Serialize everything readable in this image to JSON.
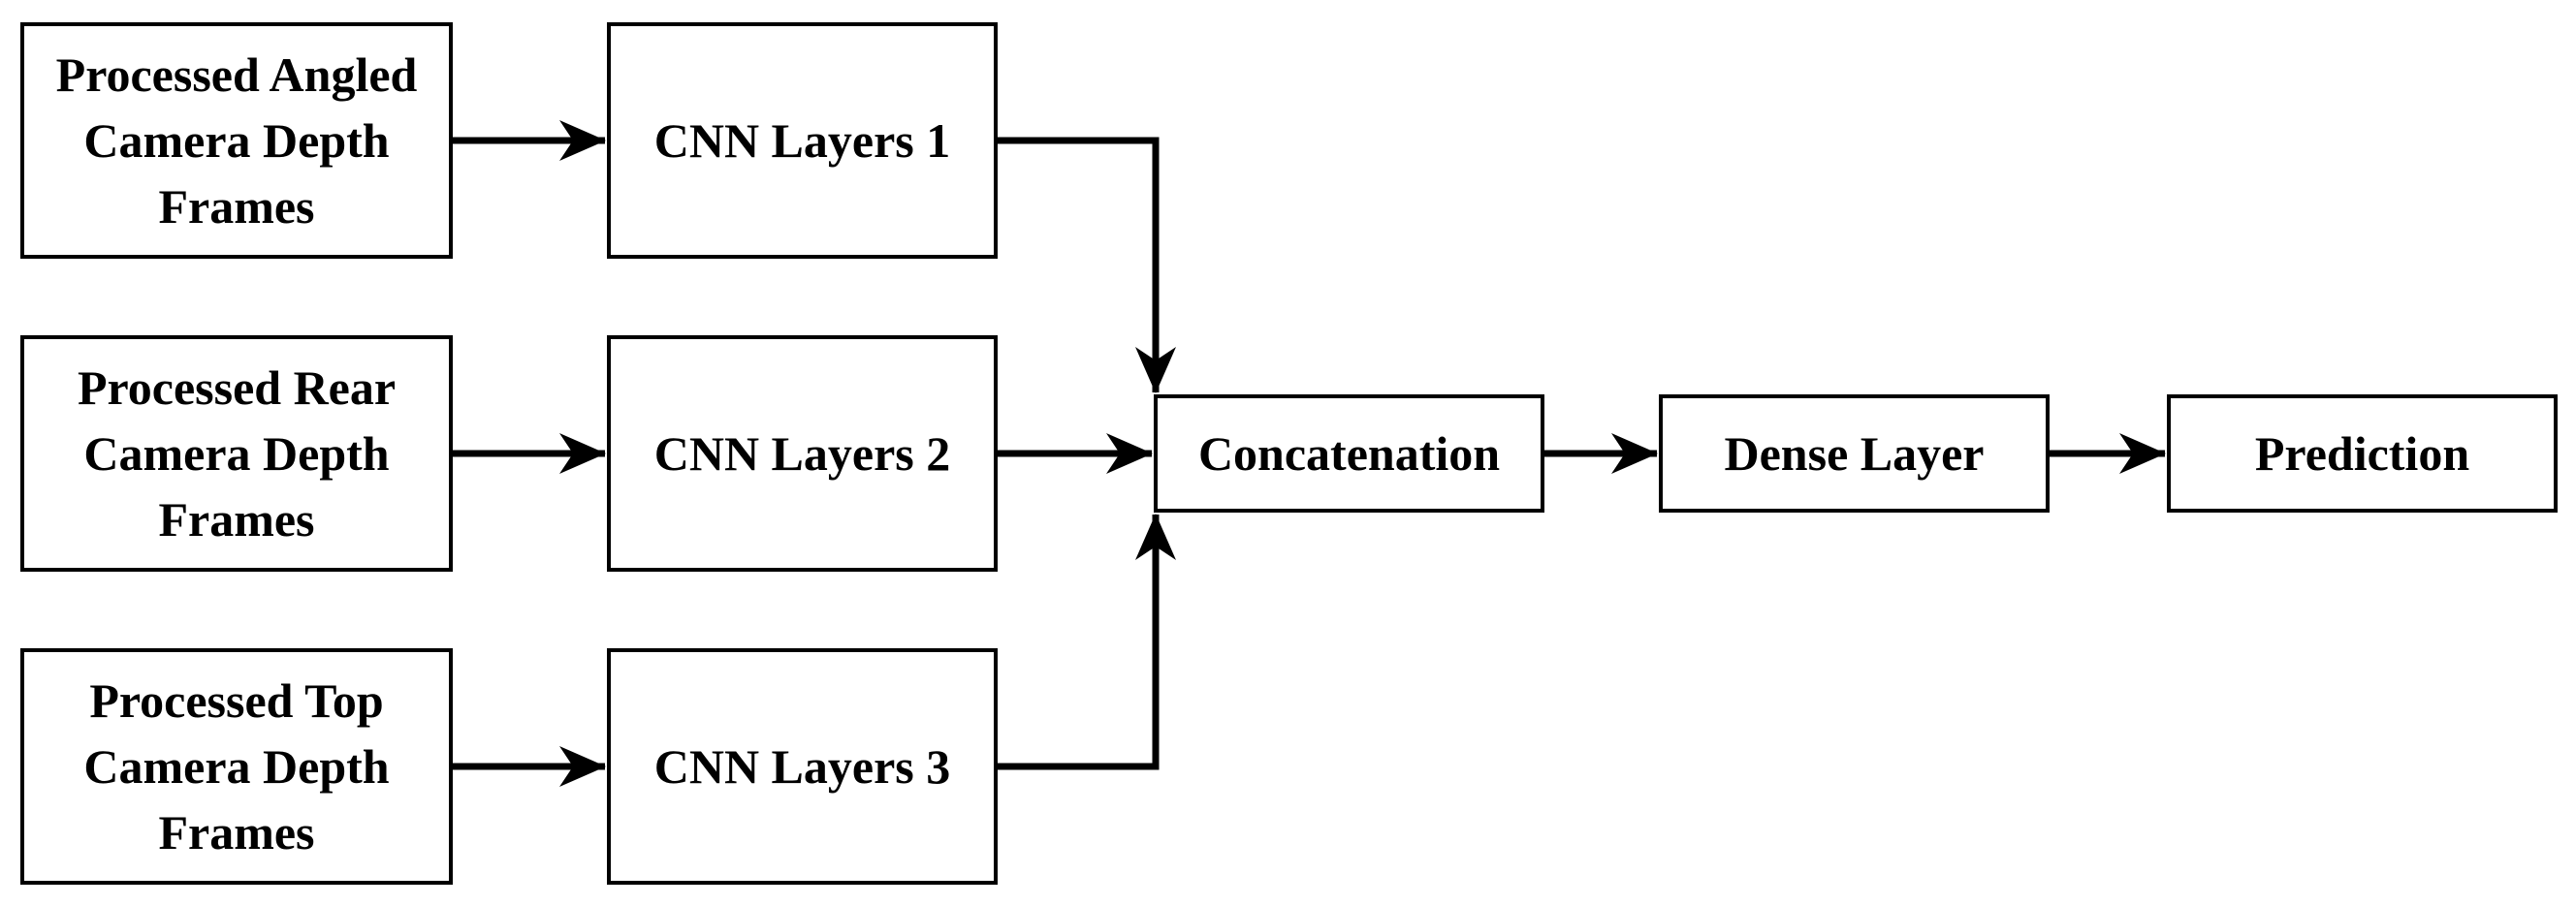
{
  "inputs": [
    {
      "label": "Processed Angled\nCamera Depth\nFrames"
    },
    {
      "label": "Processed Rear\nCamera Depth\nFrames"
    },
    {
      "label": "Processed Top\nCamera Depth\nFrames"
    }
  ],
  "cnn": [
    {
      "label": "CNN Layers 1"
    },
    {
      "label": "CNN Layers 2"
    },
    {
      "label": "CNN Layers 3"
    }
  ],
  "concatenation": {
    "label": "Concatenation"
  },
  "dense": {
    "label": "Dense Layer"
  },
  "prediction": {
    "label": "Prediction"
  },
  "colors": {
    "stroke": "#000000",
    "fill": "#ffffff"
  }
}
